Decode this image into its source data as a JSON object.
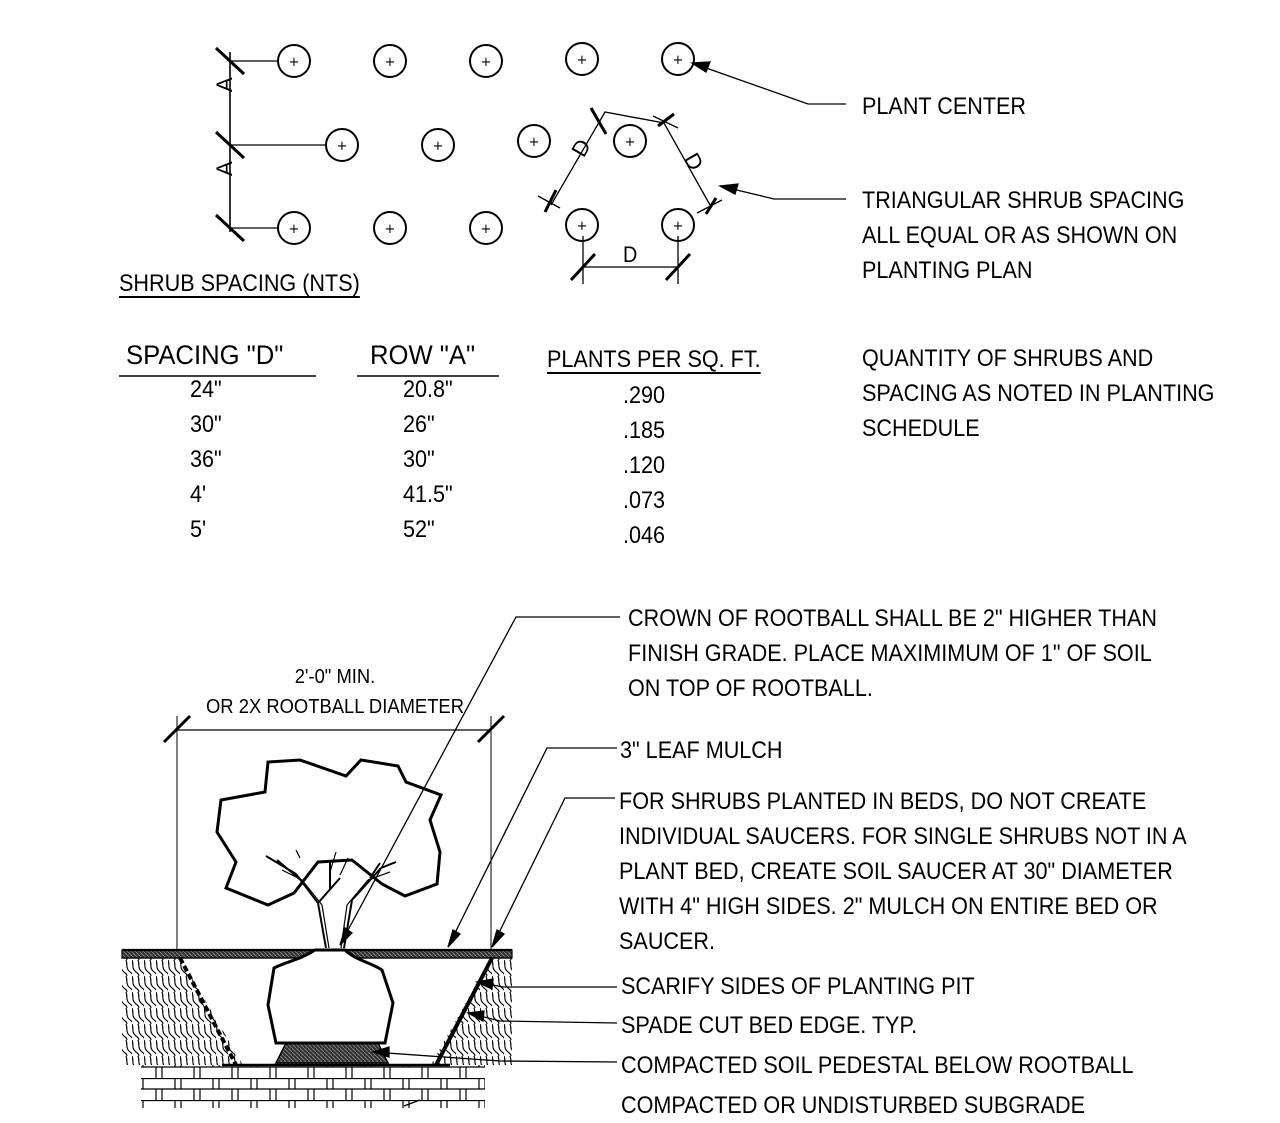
{
  "spacing_diagram": {
    "title": "SHRUB SPACING (NTS)",
    "row_dim_label": "A",
    "triangle_dim_label": "D",
    "callout_plant_center": "PLANT CENTER",
    "callout_triangular": [
      "TRIANGULAR SHRUB SPACING",
      "ALL EQUAL OR AS SHOWN ON",
      "PLANTING PLAN"
    ],
    "plant_marker": "+"
  },
  "spacing_table": {
    "headers": [
      "SPACING \"D\"",
      "ROW \"A\"",
      "PLANTS PER SQ. FT."
    ],
    "spacing_d": [
      "24\"",
      "30\"",
      "36\"",
      "4'",
      "5'"
    ],
    "row_a": [
      "20.8\"",
      "26\"",
      "30\"",
      "41.5\"",
      "52\""
    ],
    "plants_per_sqft": [
      ".290",
      ".185",
      ".120",
      ".073",
      ".046"
    ],
    "note": [
      "QUANTITY OF SHRUBS AND",
      "SPACING AS NOTED IN PLANTING",
      "SCHEDULE"
    ]
  },
  "planting_section": {
    "width_dim": [
      "2'-0\" MIN.",
      "OR 2X ROOTBALL DIAMETER"
    ],
    "notes": {
      "crown": [
        "CROWN OF ROOTBALL SHALL BE 2\" HIGHER THAN",
        "FINISH GRADE.  PLACE MAXIMIMUM OF 1\" OF SOIL",
        "ON TOP OF ROOTBALL."
      ],
      "mulch": "3\" LEAF MULCH",
      "beds": [
        "FOR SHRUBS PLANTED IN BEDS, DO NOT CREATE",
        "INDIVIDUAL SAUCERS.  FOR SINGLE SHRUBS NOT IN A",
        "PLANT BED, CREATE SOIL SAUCER AT 30\" DIAMETER",
        "WITH 4\" HIGH SIDES.  2\" MULCH ON ENTIRE BED OR",
        "SAUCER."
      ],
      "scarify": "SCARIFY SIDES OF PLANTING PIT",
      "spade": "SPADE CUT BED EDGE. TYP.",
      "pedestal": "COMPACTED SOIL PEDESTAL BELOW ROOTBALL",
      "subgrade": "COMPACTED OR UNDISTURBED SUBGRADE"
    }
  },
  "colors": {
    "line": "#000000",
    "background": "#ffffff"
  }
}
